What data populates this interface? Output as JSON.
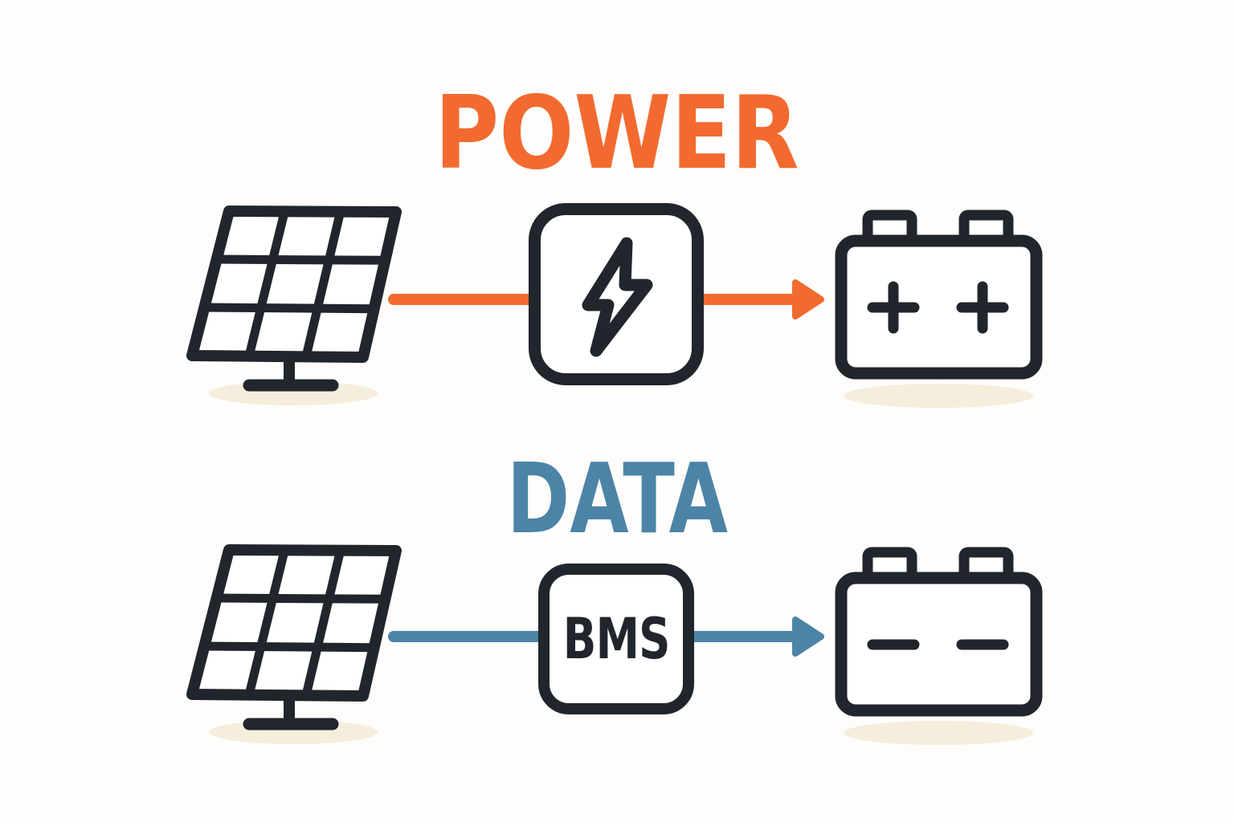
{
  "theme": {
    "orange": "#F26A2F",
    "blue": "#4C84A7",
    "dark": "#21262C",
    "shadow": "#F5EEDD",
    "background": "#FEFDFB",
    "white": "#FFFFFF"
  },
  "power_row": {
    "title": "POWER",
    "title_color_ref": "orange",
    "source": {
      "icon": "solar-panel"
    },
    "converter": {
      "icon": "lightning-bolt"
    },
    "battery": {
      "icon": "battery",
      "sign": "plus"
    },
    "flow": {
      "color_ref": "orange",
      "direction": "right"
    }
  },
  "data_row": {
    "title": "DATA",
    "title_color_ref": "blue",
    "source": {
      "icon": "solar-panel"
    },
    "converter": {
      "label": "BMS"
    },
    "battery": {
      "icon": "battery",
      "sign": "minus"
    },
    "flow": {
      "color_ref": "blue",
      "direction": "right"
    }
  }
}
